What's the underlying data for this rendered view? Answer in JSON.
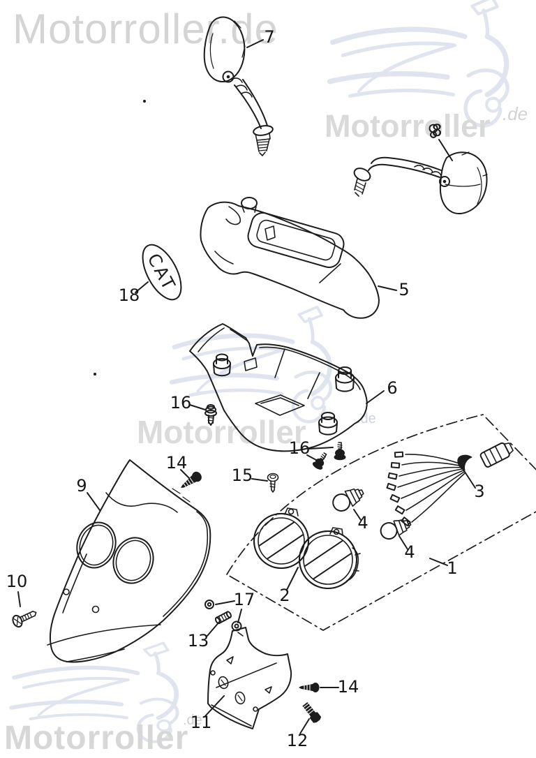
{
  "colors": {
    "line": "#1c1c1c",
    "watermark_text": "#d6d6d6",
    "watermark_logo": "#dfe4ef",
    "background": "#ffffff"
  },
  "watermarks": {
    "top_left": {
      "text": "Motorroller.de"
    },
    "upper_right": {
      "text": "Motorroller",
      "suffix": ".de"
    },
    "middle": {
      "text": "Motorroller",
      "suffix": ".de"
    },
    "bottom": {
      "text": "Motorroller",
      "suffix": ".de"
    }
  },
  "diagram": {
    "sticker_text": "CAT",
    "labels": {
      "p1": "1",
      "p2": "2",
      "p3": "3",
      "p4a": "4",
      "p4b": "4",
      "p5": "5",
      "p6": "6",
      "p7": "7",
      "p8": "8",
      "p9": "9",
      "p10": "10",
      "p11": "11",
      "p12": "12",
      "p13": "13",
      "p14a": "14",
      "p14b": "14",
      "p15": "15",
      "p16a": "16",
      "p16b": "16",
      "p17": "17",
      "p18": "18"
    }
  }
}
